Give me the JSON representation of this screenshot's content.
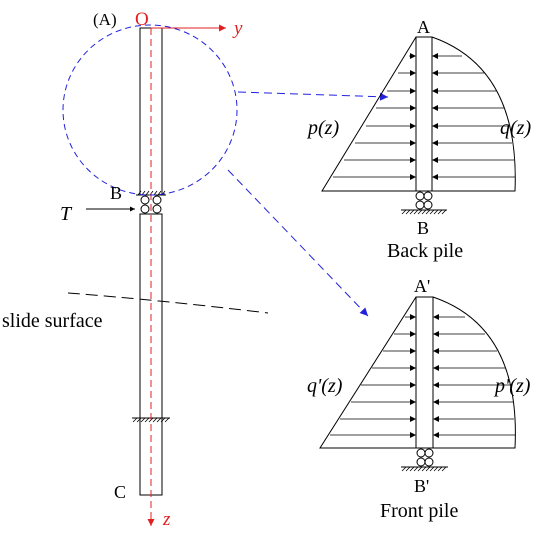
{
  "main_pile": {
    "top_label": "(A)",
    "origin_label": "O",
    "y_axis_label": "y",
    "z_axis_label": "z",
    "joint_label": "B",
    "bottom_label": "C",
    "force_label": "T",
    "slide_surface_label": "slide surface"
  },
  "back_pile": {
    "top_label": "A",
    "bottom_label": "B",
    "caption": "Back pile",
    "left_load_label": "p(z)",
    "right_load_label": "q(z)"
  },
  "front_pile": {
    "top_label": "A'",
    "bottom_label": "B'",
    "caption": "Front pile",
    "left_load_label": "q'(z)",
    "right_load_label": "p'(z)"
  },
  "colors": {
    "axis": "#e02020",
    "callout": "#2222dd",
    "line": "#000000"
  }
}
